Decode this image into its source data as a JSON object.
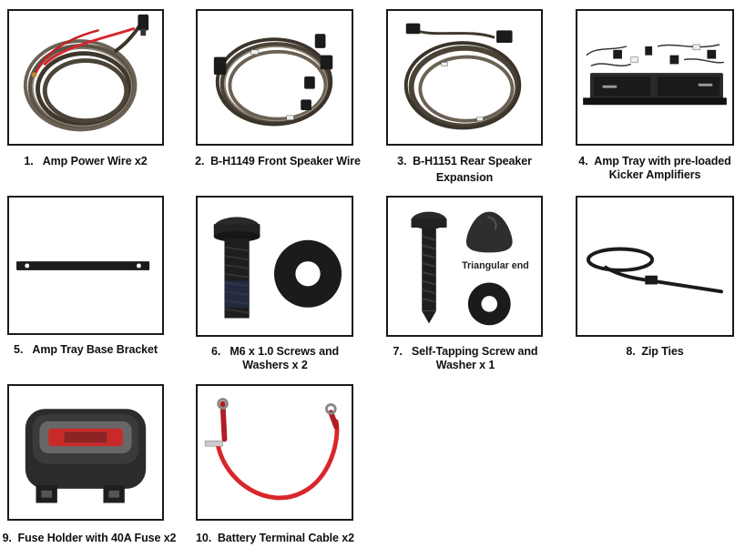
{
  "items": [
    {
      "number": "1.",
      "line1": "Amp Power Wire x2",
      "line2": ""
    },
    {
      "number": "2.",
      "line1": "B-H1149 Front Speaker Wire",
      "line2": ""
    },
    {
      "number": "3.",
      "line1": "B-H1151 Rear Speaker",
      "line2": "Expansion"
    },
    {
      "number": "4.",
      "line1": "Amp Tray with pre-loaded",
      "line2": "Kicker Amplifiers"
    },
    {
      "number": "5.",
      "line1": "Amp Tray Base Bracket",
      "line2": ""
    },
    {
      "number": "6.",
      "line1": "M6 x 1.0 Screws and",
      "line2": "Washers x 2"
    },
    {
      "number": "7.",
      "line1": "Self-Tapping Screw and",
      "line2": "Washer x 1"
    },
    {
      "number": "8.",
      "line1": "Zip Ties",
      "line2": ""
    },
    {
      "number": "9.",
      "line1": "Fuse Holder with 40A Fuse x2",
      "line2": ""
    },
    {
      "number": "10.",
      "line1": "Battery Terminal Cable x2",
      "line2": ""
    }
  ],
  "annotations": {
    "triangular_end": "Triangular end"
  },
  "colors": {
    "frame_border": "#1a1a1a",
    "wire_sheath": "#4a4236",
    "red_wire": "#d8262c",
    "black_part": "#1b1b1b"
  }
}
